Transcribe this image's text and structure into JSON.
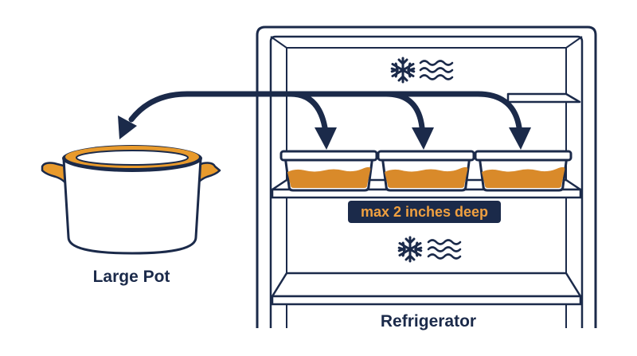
{
  "labels": {
    "pot": "Large Pot",
    "refrigerator": "Refrigerator",
    "depth_note": "max 2 inches deep"
  },
  "colors": {
    "outline": "#1b2a4a",
    "accent": "#e89a2c",
    "food": "#d98a2a",
    "background": "#ffffff"
  },
  "icons": [
    "snowflake-icon",
    "cold-air-waves-icon"
  ]
}
